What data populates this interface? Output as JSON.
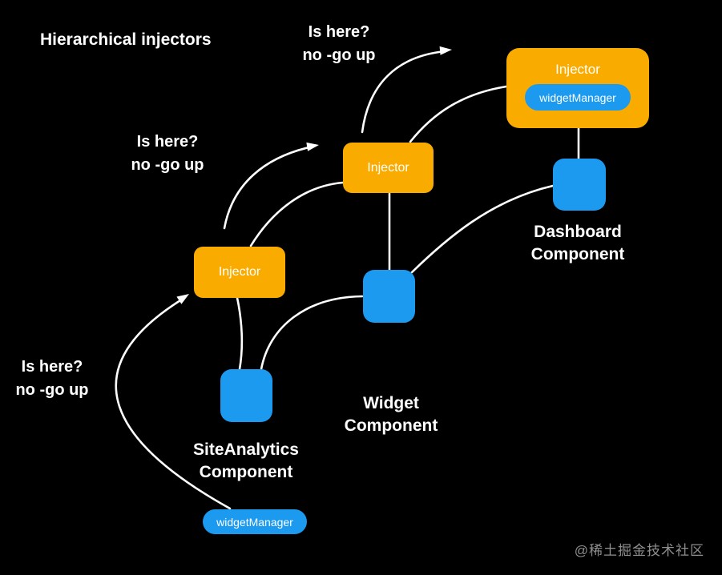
{
  "title": "Hierarchical injectors",
  "watermark": "@稀土掘金技术社区",
  "colors": {
    "background": "#000000",
    "injector": "#F9AB00",
    "component": "#1B9AF0",
    "connector": "#FFFFFF",
    "text": "#FFFFFF",
    "watermark": "#8F8F8F"
  },
  "lookup_labels": {
    "top": {
      "line1": "Is here?",
      "line2": "no -go up"
    },
    "middle": {
      "line1": "Is here?",
      "line2": "no -go up"
    },
    "bottom": {
      "line1": "Is here?",
      "line2": "no -go up"
    }
  },
  "injectors": {
    "root": {
      "label": "Injector",
      "service": "widgetManager"
    },
    "widget": {
      "label": "Injector"
    },
    "site_analytics": {
      "label": "Injector"
    }
  },
  "components": {
    "dashboard": {
      "line1": "Dashboard",
      "line2": "Component"
    },
    "widget": {
      "line1": "Widget",
      "line2": "Component"
    },
    "site_analytics": {
      "line1": "SiteAnalytics",
      "line2": "Component",
      "service": "widgetManager"
    }
  }
}
